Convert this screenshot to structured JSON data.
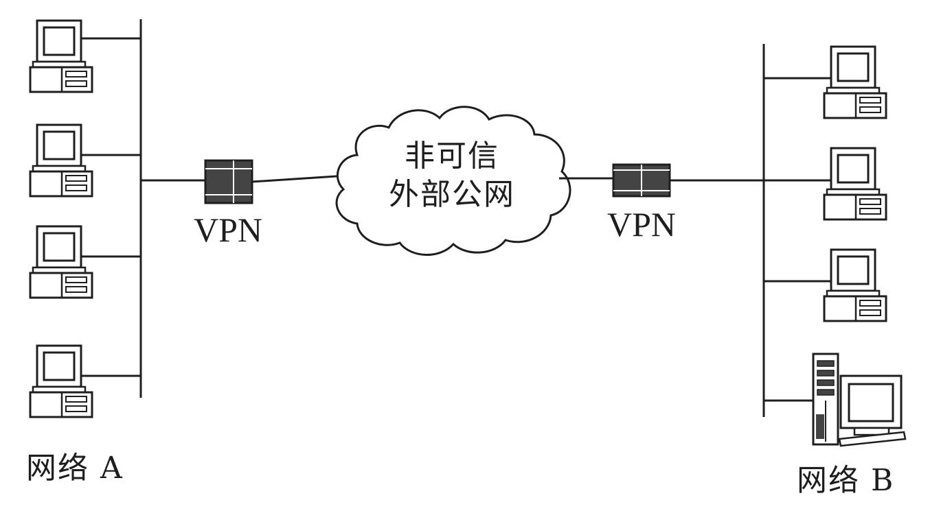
{
  "cloud": {
    "line1": "非可信",
    "line2": "外部公网"
  },
  "vpn_left": {
    "label": "VPN"
  },
  "vpn_right": {
    "label": "VPN"
  },
  "network_a": {
    "label": "网络 A",
    "computer_count": 4
  },
  "network_b": {
    "label": "网络 B",
    "computer_count": 3,
    "server_count": 1
  },
  "colors": {
    "stroke": "#1e1e1e",
    "device_fill": "#444444",
    "background": "#ffffff"
  }
}
